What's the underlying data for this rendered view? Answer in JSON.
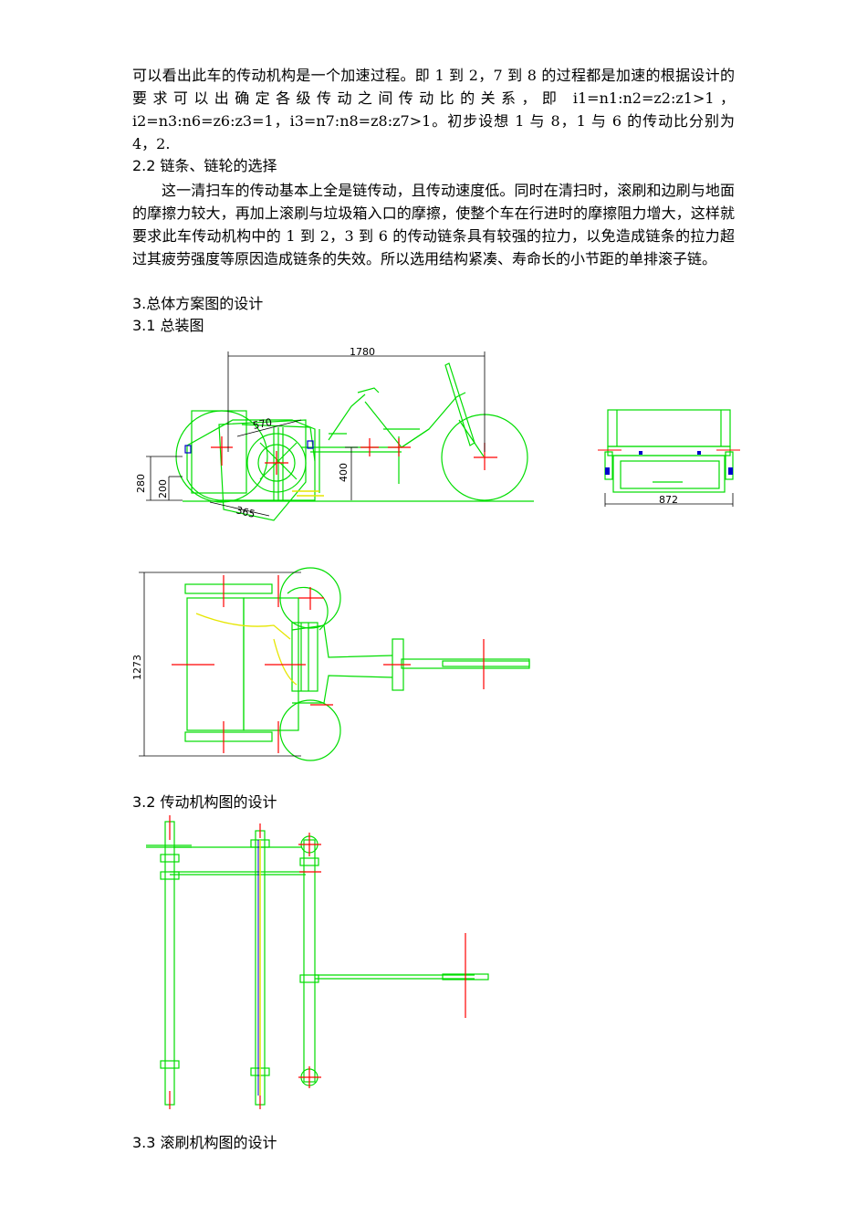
{
  "body": {
    "paragraph1": "可以看出此车的传动机构是一个加速过程。即 1 到 2，7 到 8 的过程都是加速的根据设计的要求可以出确定各级传动之间传动比的关系，即 i1=n1:n2=z2:z1>1，i2=n3:n6=z6:z3=1，i3=n7:n8=z8:z7>1。初步设想 1 与 8，1 与 6 的传动比分别为 4，2.",
    "section_2_2": "2.2  链条、链轮的选择",
    "paragraph2": "这一清扫车的传动基本上全是链传动，且传动速度低。同时在清扫时，滚刷和边刷与地面的摩擦力较大，再加上滚刷与垃圾箱入口的摩擦，使整个车在行进时的摩擦阻力增大，这样就要求此车传动机构中的 1 到 2，3 到 6 的传动链条具有较强的拉力，以免造成链条的拉力超过其疲劳强度等原因造成链条的失效。所以选用结构紧凑、寿命长的小节距的单排滚子链。",
    "section_3": "3.总体方案图的设计",
    "section_3_1": "3.1  总装图",
    "section_3_2": "3.2  传动机构图的设计",
    "section_3_3": "3.3  滚刷机构图的设计"
  },
  "drawing_side": {
    "dim_length": "1780",
    "dim_570": "570",
    "dim_365": "365",
    "dim_400": "400",
    "dim_280": "280",
    "dim_200": "200"
  },
  "drawing_front": {
    "dim_width": "872"
  },
  "drawing_top": {
    "dim_length": "1273"
  },
  "colors": {
    "line": "#00dd00",
    "center": "#ff0000",
    "yellow": "#e6e600",
    "blue": "#0000cc",
    "dim": "#000000"
  }
}
